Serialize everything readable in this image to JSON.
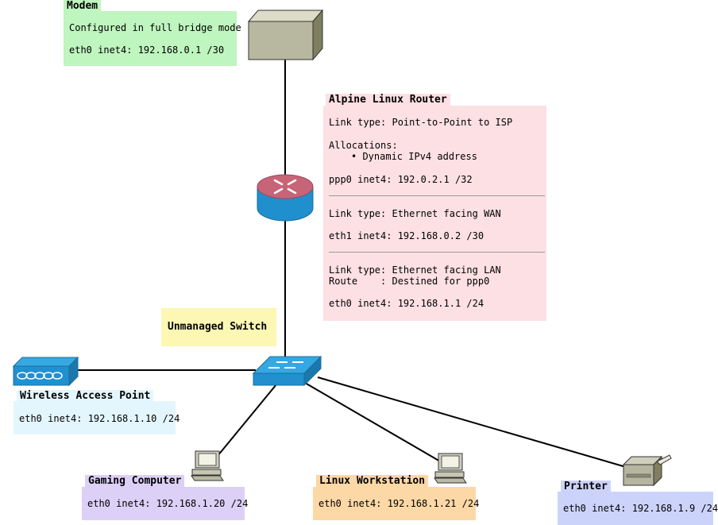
{
  "modem": {
    "title": "Modem",
    "lines": [
      "Configured in full bridge mode",
      "eth0 inet4: 192.168.0.1 /30"
    ],
    "color": "#bff5bf"
  },
  "router": {
    "title": "Alpine Linux Router",
    "color": "#fde0e4",
    "section1": {
      "link": "Link type: Point-to-Point to ISP",
      "alloc_label": "Allocations:",
      "alloc_item": "• Dynamic IPv4 address",
      "addr": "ppp0 inet4: 192.0.2.1 /32"
    },
    "section2": {
      "link": "Link type: Ethernet facing WAN",
      "addr": "eth1 inet4: 192.168.0.2 /30"
    },
    "section3": {
      "link": "Link type: Ethernet facing LAN",
      "route": "Route    : Destined for ppp0",
      "addr": "eth0 inet4: 192.168.1.1 /24"
    }
  },
  "switch": {
    "title": "Unmanaged Switch",
    "color": "#fdf7b4"
  },
  "wap": {
    "title": "Wireless Access Point",
    "addr": "eth0 inet4: 192.168.1.10 /24",
    "color": "#e4f6fd"
  },
  "gaming": {
    "title": "Gaming Computer",
    "addr": "eth0 inet4: 192.168.1.20 /24",
    "color": "#ddd0f7"
  },
  "linux": {
    "title": "Linux Workstation",
    "addr": "eth0 inet4: 192.168.1.21 /24",
    "color": "#fcd8a6"
  },
  "printer": {
    "title": "Printer",
    "addr": "eth0 inet4: 192.168.1.9 /24",
    "color": "#ccd3fb"
  },
  "icons": [
    "modem-icon",
    "router-icon",
    "switch-icon",
    "access-point-icon",
    "computer-icon",
    "printer-icon"
  ]
}
